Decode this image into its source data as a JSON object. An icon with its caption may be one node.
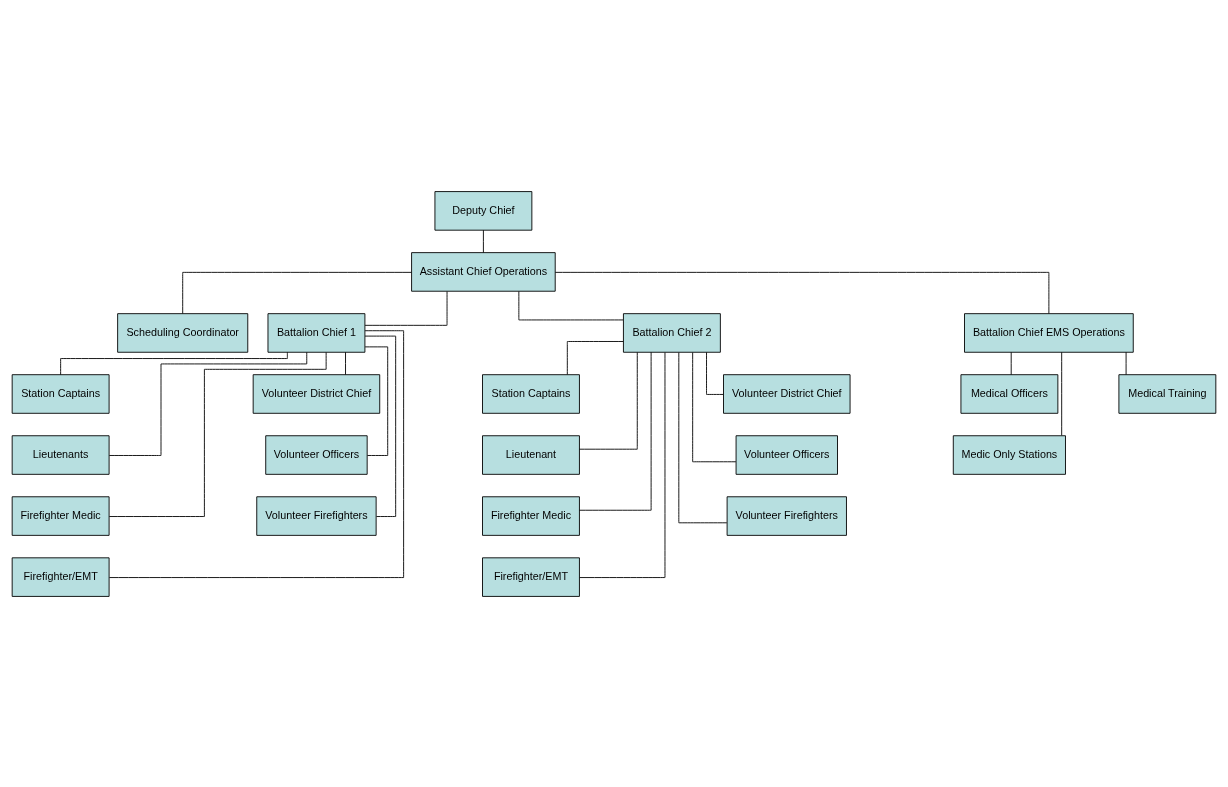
{
  "diagram": {
    "nodes": [
      {
        "text": [
          "Deputy Chief"
        ]
      },
      {
        "text": [
          "Assistant Chief Operations"
        ]
      },
      {
        "text": [
          "Scheduling Coordinator"
        ]
      },
      {
        "text": [
          "Battalion Chief 1"
        ]
      },
      {
        "text": [
          "Battalion Chief 2"
        ]
      },
      {
        "text": [
          "Battalion Chief EMS Operations"
        ]
      },
      {
        "text": [
          "Station Captains"
        ]
      },
      {
        "text": [
          "Lieutenants"
        ]
      },
      {
        "text": [
          "Firefighter Medic"
        ]
      },
      {
        "text": [
          "Firefighter/EMT"
        ]
      },
      {
        "text": [
          "Volunteer District Chief"
        ]
      },
      {
        "text": [
          "Volunteer Officers"
        ]
      },
      {
        "text": [
          "Volunteer Firefighters"
        ]
      },
      {
        "text": [
          "Station Captains"
        ]
      },
      {
        "text": [
          "Lieutenant"
        ]
      },
      {
        "text": [
          "Firefighter Medic"
        ]
      },
      {
        "text": [
          "Firefighter/EMT"
        ]
      },
      {
        "text": [
          "Volunteer District Chief"
        ]
      },
      {
        "text": [
          "Volunteer Officers"
        ]
      },
      {
        "text": [
          "Volunteer Firefighters"
        ]
      },
      {
        "text": [
          "Medical Officers"
        ]
      },
      {
        "text": [
          "Medic Only Stations"
        ]
      },
      {
        "text": [
          "Medical Training"
        ]
      }
    ],
    "edges": [
      {
        "from": 0,
        "to": 1,
        "arrow": "none"
      },
      {
        "from": 1,
        "to": 2,
        "arrow": "none"
      },
      {
        "from": 1,
        "to": 3,
        "arrow": "none"
      },
      {
        "from": 1,
        "to": 4,
        "arrow": "none"
      },
      {
        "from": 1,
        "to": 5,
        "arrow": "none"
      },
      {
        "from": 3,
        "to": 6,
        "arrow": "none"
      },
      {
        "from": 3,
        "to": 7,
        "arrow": "none"
      },
      {
        "from": 3,
        "to": 8,
        "arrow": "none"
      },
      {
        "from": 3,
        "to": 9,
        "arrow": "none"
      },
      {
        "from": 3,
        "to": 10,
        "arrow": "none"
      },
      {
        "from": 3,
        "to": 11,
        "arrow": "none"
      },
      {
        "from": 3,
        "to": 12,
        "arrow": "none"
      },
      {
        "from": 4,
        "to": 13,
        "arrow": "none"
      },
      {
        "from": 4,
        "to": 14,
        "arrow": "none"
      },
      {
        "from": 4,
        "to": 15,
        "arrow": "none"
      },
      {
        "from": 4,
        "to": 16,
        "arrow": "none"
      },
      {
        "from": 4,
        "to": 17,
        "arrow": "none"
      },
      {
        "from": 4,
        "to": 18,
        "arrow": "none"
      },
      {
        "from": 4,
        "to": 19,
        "arrow": "none"
      },
      {
        "from": 5,
        "to": 20,
        "arrow": "none"
      },
      {
        "from": 5,
        "to": 21,
        "arrow": "none"
      },
      {
        "from": 5,
        "to": 22,
        "arrow": "none"
      }
    ]
  }
}
